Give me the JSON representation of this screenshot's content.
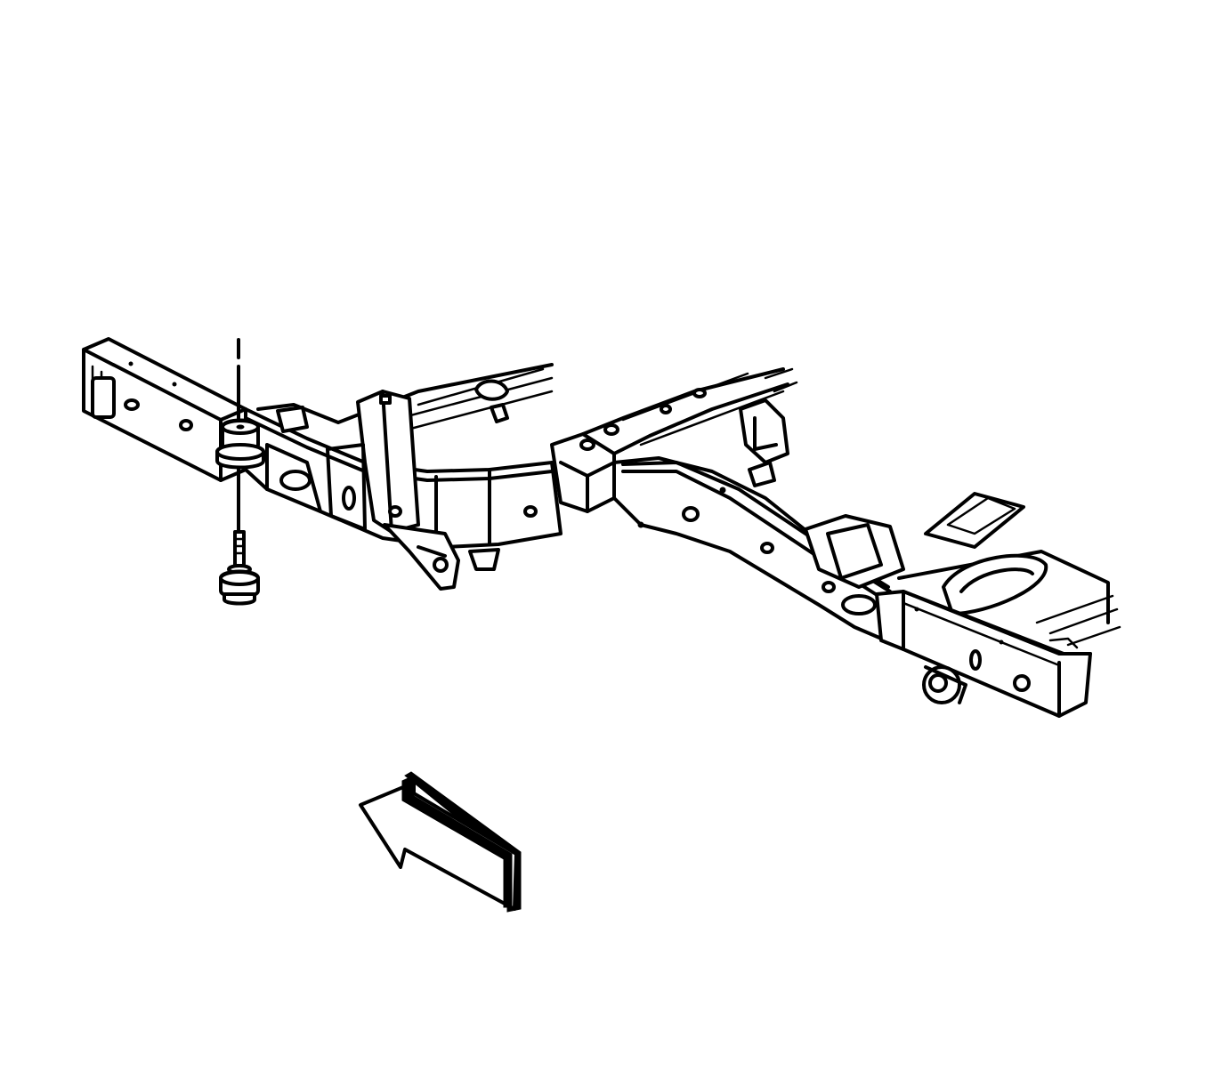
{
  "figure": {
    "background": "#ffffff",
    "line_color": "#000000",
    "components": [
      "frame-rail-assembly",
      "body-mount-bolt",
      "upper-body-mount-cushion",
      "lower-body-mount-cushion",
      "front-direction-arrow-icon"
    ]
  }
}
